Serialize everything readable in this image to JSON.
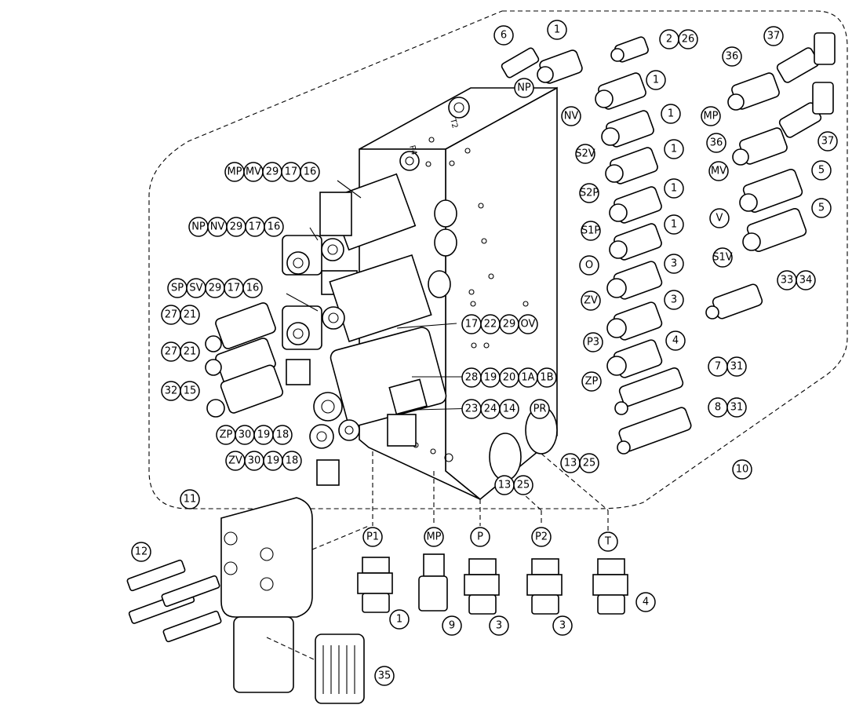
{
  "diagram": {
    "assembly_label": "10",
    "groups": [
      {
        "id": "np",
        "labels": [
          "NP"
        ]
      },
      {
        "id": "nv",
        "labels": [
          "NV"
        ]
      },
      {
        "id": "s2v",
        "labels": [
          "S2V"
        ]
      },
      {
        "id": "s2p",
        "labels": [
          "S2P"
        ]
      },
      {
        "id": "s1p",
        "labels": [
          "S1P"
        ]
      },
      {
        "id": "o",
        "labels": [
          "O"
        ]
      },
      {
        "id": "zv_r",
        "labels": [
          "ZV"
        ]
      },
      {
        "id": "p3",
        "labels": [
          "P3"
        ]
      },
      {
        "id": "zp_r",
        "labels": [
          "ZP"
        ]
      },
      {
        "id": "pr",
        "labels": [
          "PR"
        ]
      },
      {
        "id": "mp_r",
        "labels": [
          "MP"
        ]
      },
      {
        "id": "mv_r",
        "labels": [
          "MV"
        ]
      },
      {
        "id": "v",
        "labels": [
          "V"
        ]
      },
      {
        "id": "s1v",
        "labels": [
          "S1V"
        ]
      },
      {
        "id": "c6",
        "labels": [
          "6"
        ]
      },
      {
        "id": "c1a",
        "labels": [
          "1"
        ]
      },
      {
        "id": "c2",
        "labels": [
          "2",
          "26"
        ]
      },
      {
        "id": "c1b",
        "labels": [
          "1"
        ]
      },
      {
        "id": "c1c",
        "labels": [
          "1"
        ]
      },
      {
        "id": "c1d",
        "labels": [
          "1"
        ]
      },
      {
        "id": "c1e",
        "labels": [
          "1"
        ]
      },
      {
        "id": "c1f",
        "labels": [
          "1"
        ]
      },
      {
        "id": "c3a",
        "labels": [
          "3"
        ]
      },
      {
        "id": "c3b",
        "labels": [
          "3"
        ]
      },
      {
        "id": "c4",
        "labels": [
          "4"
        ]
      },
      {
        "id": "c7",
        "labels": [
          "7",
          "31"
        ]
      },
      {
        "id": "c8",
        "labels": [
          "8",
          "31"
        ]
      },
      {
        "id": "c37a",
        "labels": [
          "37"
        ]
      },
      {
        "id": "c36a",
        "labels": [
          "36"
        ]
      },
      {
        "id": "c36b",
        "labels": [
          "36"
        ]
      },
      {
        "id": "c37b",
        "labels": [
          "37"
        ]
      },
      {
        "id": "c5a",
        "labels": [
          "5"
        ]
      },
      {
        "id": "c5b",
        "labels": [
          "5"
        ]
      },
      {
        "id": "c33",
        "labels": [
          "33",
          "34"
        ]
      },
      {
        "id": "sol1",
        "labels": [
          "MP",
          "MV",
          "29",
          "17",
          "16"
        ]
      },
      {
        "id": "sol2",
        "labels": [
          "NP",
          "NV",
          "29",
          "17",
          "16"
        ]
      },
      {
        "id": "sol3",
        "labels": [
          "SP",
          "SV",
          "29",
          "17",
          "16"
        ]
      },
      {
        "id": "c2721a",
        "labels": [
          "27",
          "21"
        ]
      },
      {
        "id": "c2721b",
        "labels": [
          "27",
          "21"
        ]
      },
      {
        "id": "c3215",
        "labels": [
          "32",
          "15"
        ]
      },
      {
        "id": "zp_l",
        "labels": [
          "ZP",
          "30",
          "19",
          "18"
        ]
      },
      {
        "id": "zv_l",
        "labels": [
          "ZV",
          "30",
          "19",
          "18"
        ]
      },
      {
        "id": "c17",
        "labels": [
          "17",
          "22",
          "29",
          "OV"
        ]
      },
      {
        "id": "c28",
        "labels": [
          "28",
          "19",
          "20",
          "1A",
          "1B"
        ]
      },
      {
        "id": "c23",
        "labels": [
          "23",
          "24",
          "14"
        ]
      },
      {
        "id": "c1325a",
        "labels": [
          "13",
          "25"
        ]
      },
      {
        "id": "c1325b",
        "labels": [
          "13",
          "25"
        ]
      },
      {
        "id": "c11",
        "labels": [
          "11"
        ]
      },
      {
        "id": "c12",
        "labels": [
          "12"
        ]
      },
      {
        "id": "c35",
        "labels": [
          "35"
        ]
      },
      {
        "id": "port_p1",
        "labels": [
          "P1"
        ]
      },
      {
        "id": "port_mp",
        "labels": [
          "MP"
        ]
      },
      {
        "id": "port_p",
        "labels": [
          "P"
        ]
      },
      {
        "id": "port_p2",
        "labels": [
          "P2"
        ]
      },
      {
        "id": "port_t",
        "labels": [
          "T"
        ]
      },
      {
        "id": "b1",
        "labels": [
          "1"
        ]
      },
      {
        "id": "b9",
        "labels": [
          "9"
        ]
      },
      {
        "id": "b3a",
        "labels": [
          "3"
        ]
      },
      {
        "id": "b3b",
        "labels": [
          "3"
        ]
      },
      {
        "id": "b4",
        "labels": [
          "4"
        ]
      }
    ],
    "block_markings": [
      "T2",
      "P4"
    ]
  }
}
